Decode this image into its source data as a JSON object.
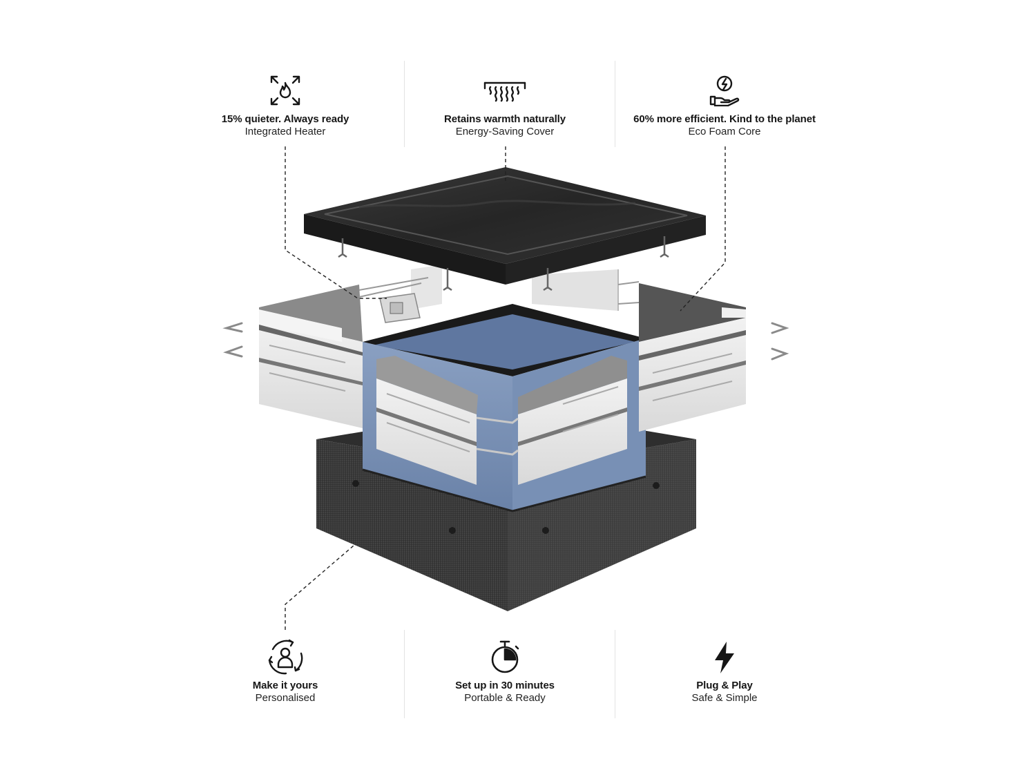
{
  "features": {
    "top": [
      {
        "icon": "expand-flame-icon",
        "headline": "15% quieter. Always ready",
        "sub": "Integrated Heater"
      },
      {
        "icon": "heat-waves-icon",
        "headline": "Retains warmth naturally",
        "sub": "Energy-Saving Cover"
      },
      {
        "icon": "hand-energy-icon",
        "headline": "60% more efficient. Kind to the planet",
        "sub": "Eco Foam Core"
      }
    ],
    "bottom": [
      {
        "icon": "person-cycle-icon",
        "headline": "Make it yours",
        "sub": "Personalised"
      },
      {
        "icon": "stopwatch-icon",
        "headline": "Set up in 30 minutes",
        "sub": "Portable & Ready"
      },
      {
        "icon": "lightning-bolt-icon",
        "headline": "Plug & Play",
        "sub": "Safe & Simple"
      }
    ]
  },
  "colors": {
    "cover": "#2a2a2a",
    "liner": "#6f87ad",
    "panel": "#e9e9e9",
    "fabric": "#3a3a3a",
    "text": "#161616"
  }
}
